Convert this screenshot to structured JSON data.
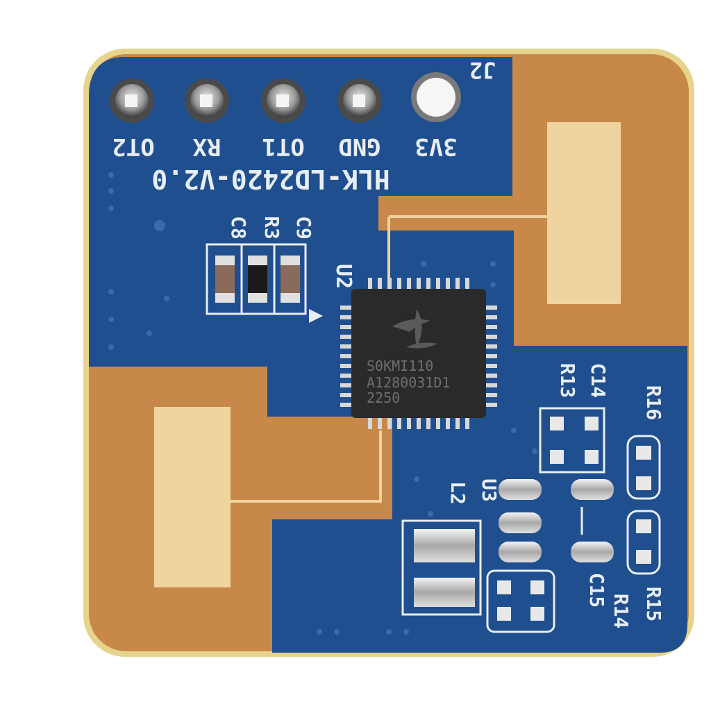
{
  "board": {
    "connector_ref": "J2",
    "pins": [
      {
        "label": "OT2"
      },
      {
        "label": "RX"
      },
      {
        "label": "OT1"
      },
      {
        "label": "GND"
      },
      {
        "label": "3V3"
      }
    ],
    "model_text": "HLK-LD2420-V2.0",
    "chip_ref": "U2",
    "chip_markings": [
      "S0KMI110",
      "A1280031D1",
      "2250"
    ],
    "components": {
      "c8": "C8",
      "r3": "R3",
      "c9": "C9",
      "r13": "R13",
      "c14": "C14",
      "r16": "R16",
      "l2": "L2",
      "u3": "U3",
      "c15": "C15",
      "r14": "R14",
      "r15": "R15"
    }
  },
  "colors": {
    "solder_mask": "#1f4f8f",
    "copper": "#c8884a",
    "gold_pad": "#f0d4a0",
    "board_edge": "#e8d99a"
  }
}
